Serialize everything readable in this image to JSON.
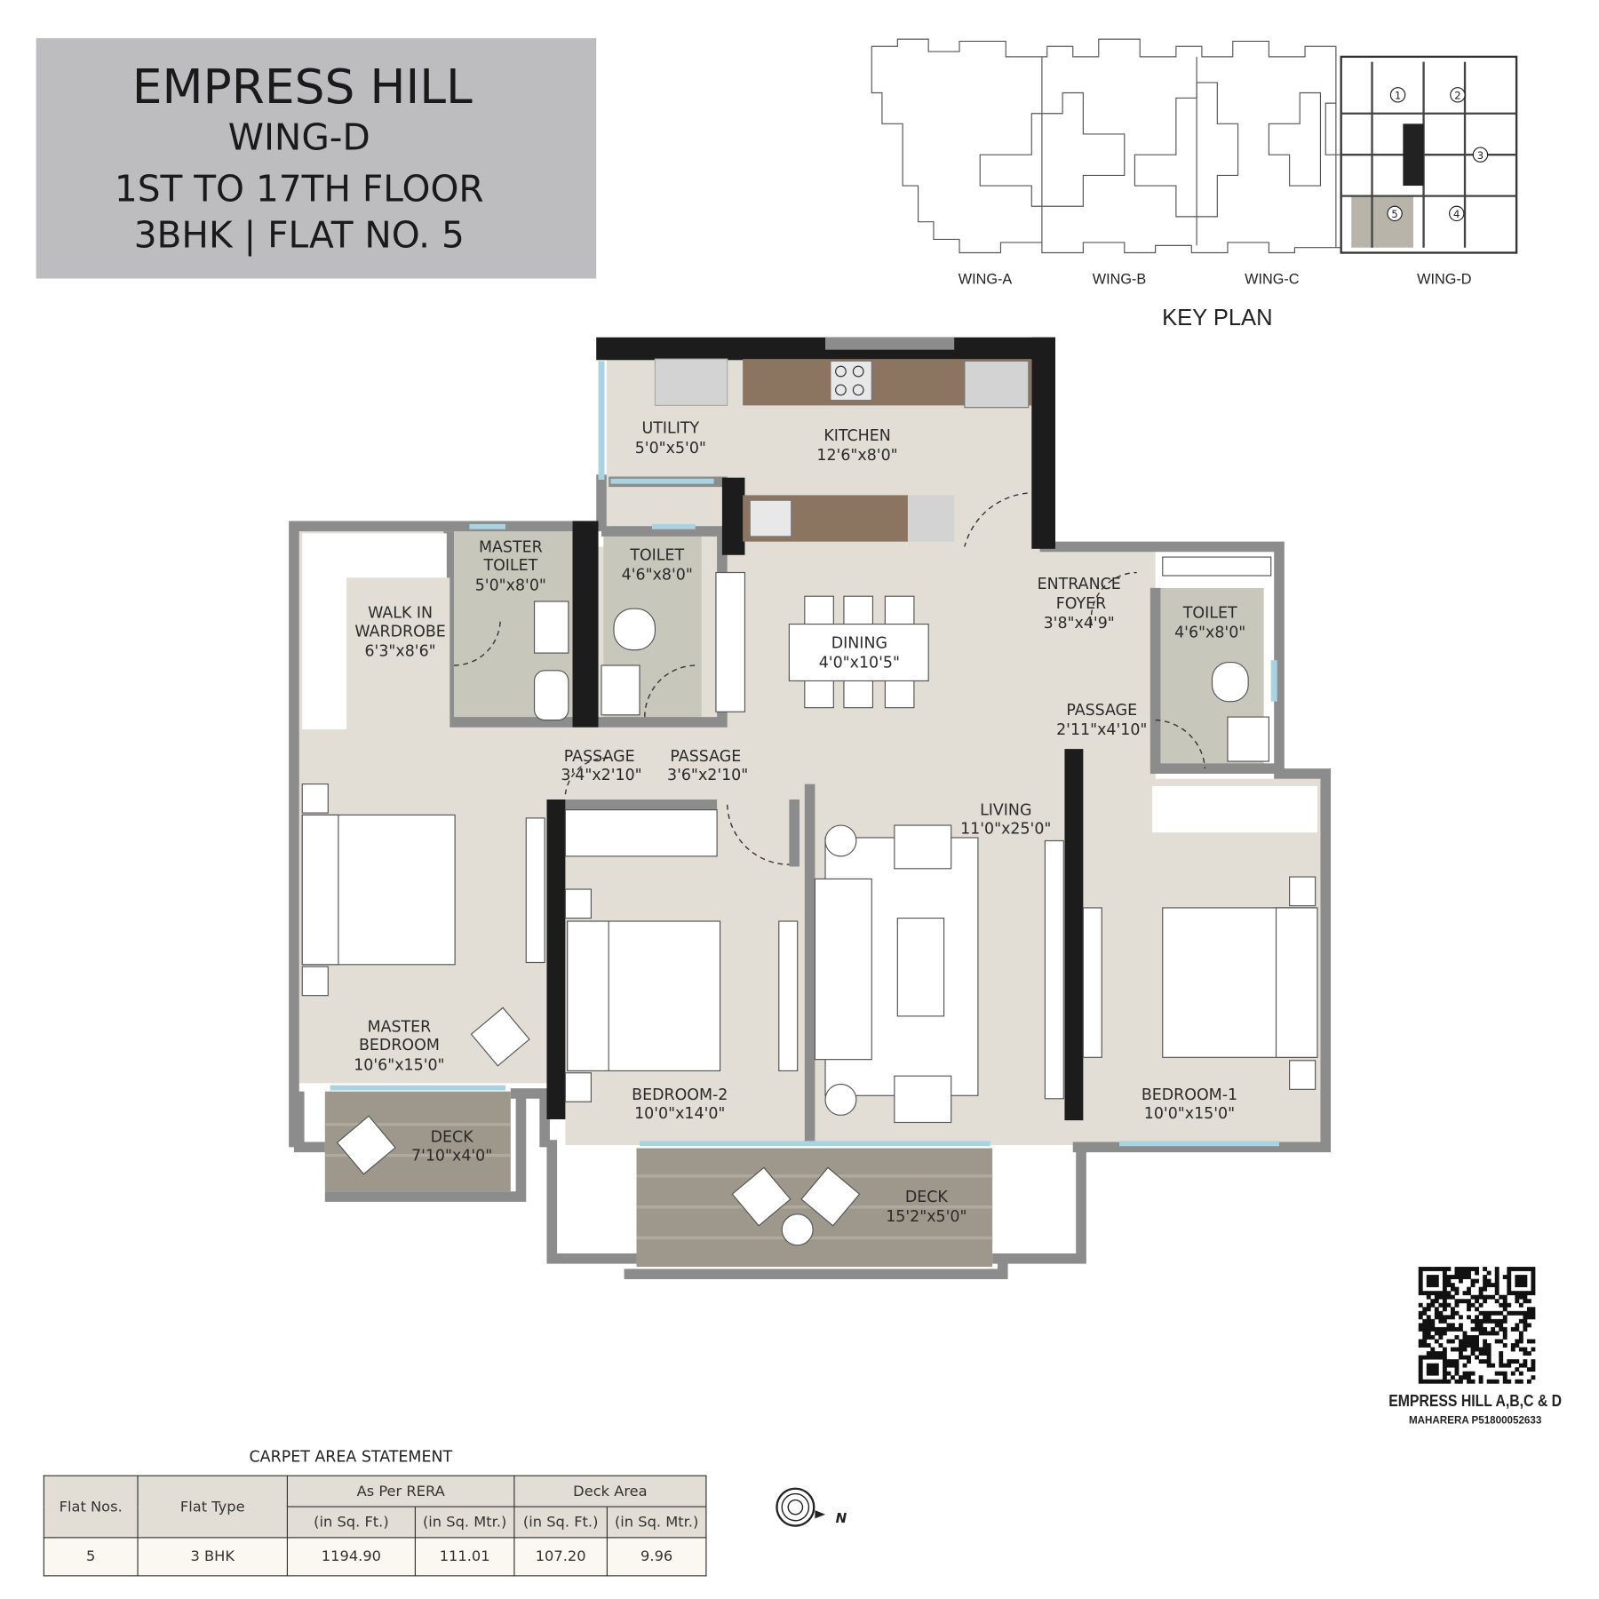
{
  "header": {
    "project": "EMPRESS HILL",
    "wing": "WING-D",
    "floors": "1ST TO 17TH FLOOR",
    "unit": "3BHK | FLAT NO. 5"
  },
  "key_plan": {
    "title": "KEY PLAN",
    "wings": [
      "WING-A",
      "WING-B",
      "WING-C",
      "WING-D"
    ],
    "flat_numbers": [
      "1",
      "2",
      "3",
      "4",
      "5"
    ],
    "highlighted_flat": "5"
  },
  "rooms": {
    "utility": {
      "name": [
        "UTILITY"
      ],
      "dim": "5'0\"x5'0\""
    },
    "kitchen": {
      "name": [
        "KITCHEN"
      ],
      "dim": "12'6\"x8'0\""
    },
    "master_toilet": {
      "name": [
        "MASTER",
        "TOILET"
      ],
      "dim": "5'0\"x8'0\""
    },
    "toilet_2": {
      "name": [
        "TOILET"
      ],
      "dim": "4'6\"x8'0\""
    },
    "walk_in_wardrobe": {
      "name": [
        "WALK IN",
        "WARDROBE"
      ],
      "dim": "6'3\"x8'6\""
    },
    "entrance_foyer": {
      "name": [
        "ENTRANCE",
        "FOYER"
      ],
      "dim": "3'8\"x4'9\""
    },
    "dining": {
      "name": [
        "DINING"
      ],
      "dim": "4'0\"x10'5\""
    },
    "toilet_1": {
      "name": [
        "TOILET"
      ],
      "dim": "4'6\"x8'0\""
    },
    "passage_right": {
      "name": [
        "PASSAGE"
      ],
      "dim": "2'11\"x4'10\""
    },
    "passage_1": {
      "name": [
        "PASSAGE"
      ],
      "dim": "3'4\"x2'10\""
    },
    "passage_2": {
      "name": [
        "PASSAGE"
      ],
      "dim": "3'6\"x2'10\""
    },
    "living": {
      "name": [
        "LIVING"
      ],
      "dim": "11'0\"x25'0\""
    },
    "master_bedroom": {
      "name": [
        "MASTER",
        "BEDROOM"
      ],
      "dim": "10'6\"x15'0\""
    },
    "bedroom_2": {
      "name": [
        "BEDROOM-2"
      ],
      "dim": "10'0\"x14'0\""
    },
    "bedroom_1": {
      "name": [
        "BEDROOM-1"
      ],
      "dim": "10'0\"x15'0\""
    },
    "deck_master": {
      "name": [
        "DECK"
      ],
      "dim": "7'10\"x4'0\""
    },
    "deck_living": {
      "name": [
        "DECK"
      ],
      "dim": "15'2\"x5'0\""
    }
  },
  "carpet_area": {
    "title": "CARPET AREA STATEMENT",
    "headers": {
      "flat_nos": "Flat Nos.",
      "flat_type": "Flat Type",
      "rera": "As Per RERA",
      "deck": "Deck Area",
      "sqft": "(in Sq. Ft.)",
      "sqm": "(in Sq. Mtr.)"
    },
    "row": {
      "flat_no": "5",
      "flat_type": "3 BHK",
      "rera_sqft": "1194.90",
      "rera_sqm": "111.01",
      "deck_sqft": "107.20",
      "deck_sqm": "9.96"
    }
  },
  "compass": {
    "label": "N"
  },
  "qr": {
    "title": "EMPRESS HILL A,B,C & D",
    "rera_no": "MAHARERA P51800052633"
  },
  "colors": {
    "title_bg": "#bdbdbf",
    "floor": "#e2ded5",
    "wall": "#8c8c8c",
    "structural_wall": "#1c1c1c",
    "toilet_floor": "#c8c7bb",
    "counter": "#8b7561",
    "deck_wood": "#9e978b",
    "window": "#a9d3e0"
  }
}
